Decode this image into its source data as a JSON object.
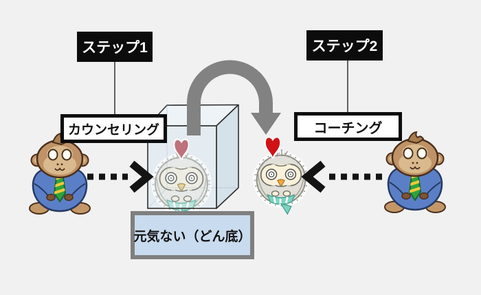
{
  "labels": {
    "step1": "ステップ1",
    "step2": "ステップ2",
    "counseling": "カウンセリング",
    "coaching": "コーチング",
    "state": "元気ない（どん底）"
  },
  "characters": {
    "left_monkey": "counselor-monkey-in-blue-suit",
    "right_monkey": "coach-monkey-in-blue-suit",
    "boxed_owl": "depressed-owl-inside-glass-box",
    "free_owl": "recovering-owl-outside-box",
    "boxed_owl_heart": "small-dark-red-heart",
    "free_owl_heart": "bright-red-heart"
  },
  "colors": {
    "background": "#f1f1f2",
    "step_box_bg": "#0c0c0c",
    "step_box_text": "#ffffff",
    "label_box_bg": "#ffffff",
    "label_box_border": "#0c0c0c",
    "state_box_bg": "#c9dbee",
    "state_box_border": "#7f7f7f",
    "flow_arrow_gray": "#828282",
    "dotted_arrow_black": "#141414",
    "heart_dark_red": "#b5515a",
    "heart_bright_red": "#d01215",
    "glass_box_fill": "#e6eef3",
    "glass_box_edge": "#2e2e2e"
  }
}
